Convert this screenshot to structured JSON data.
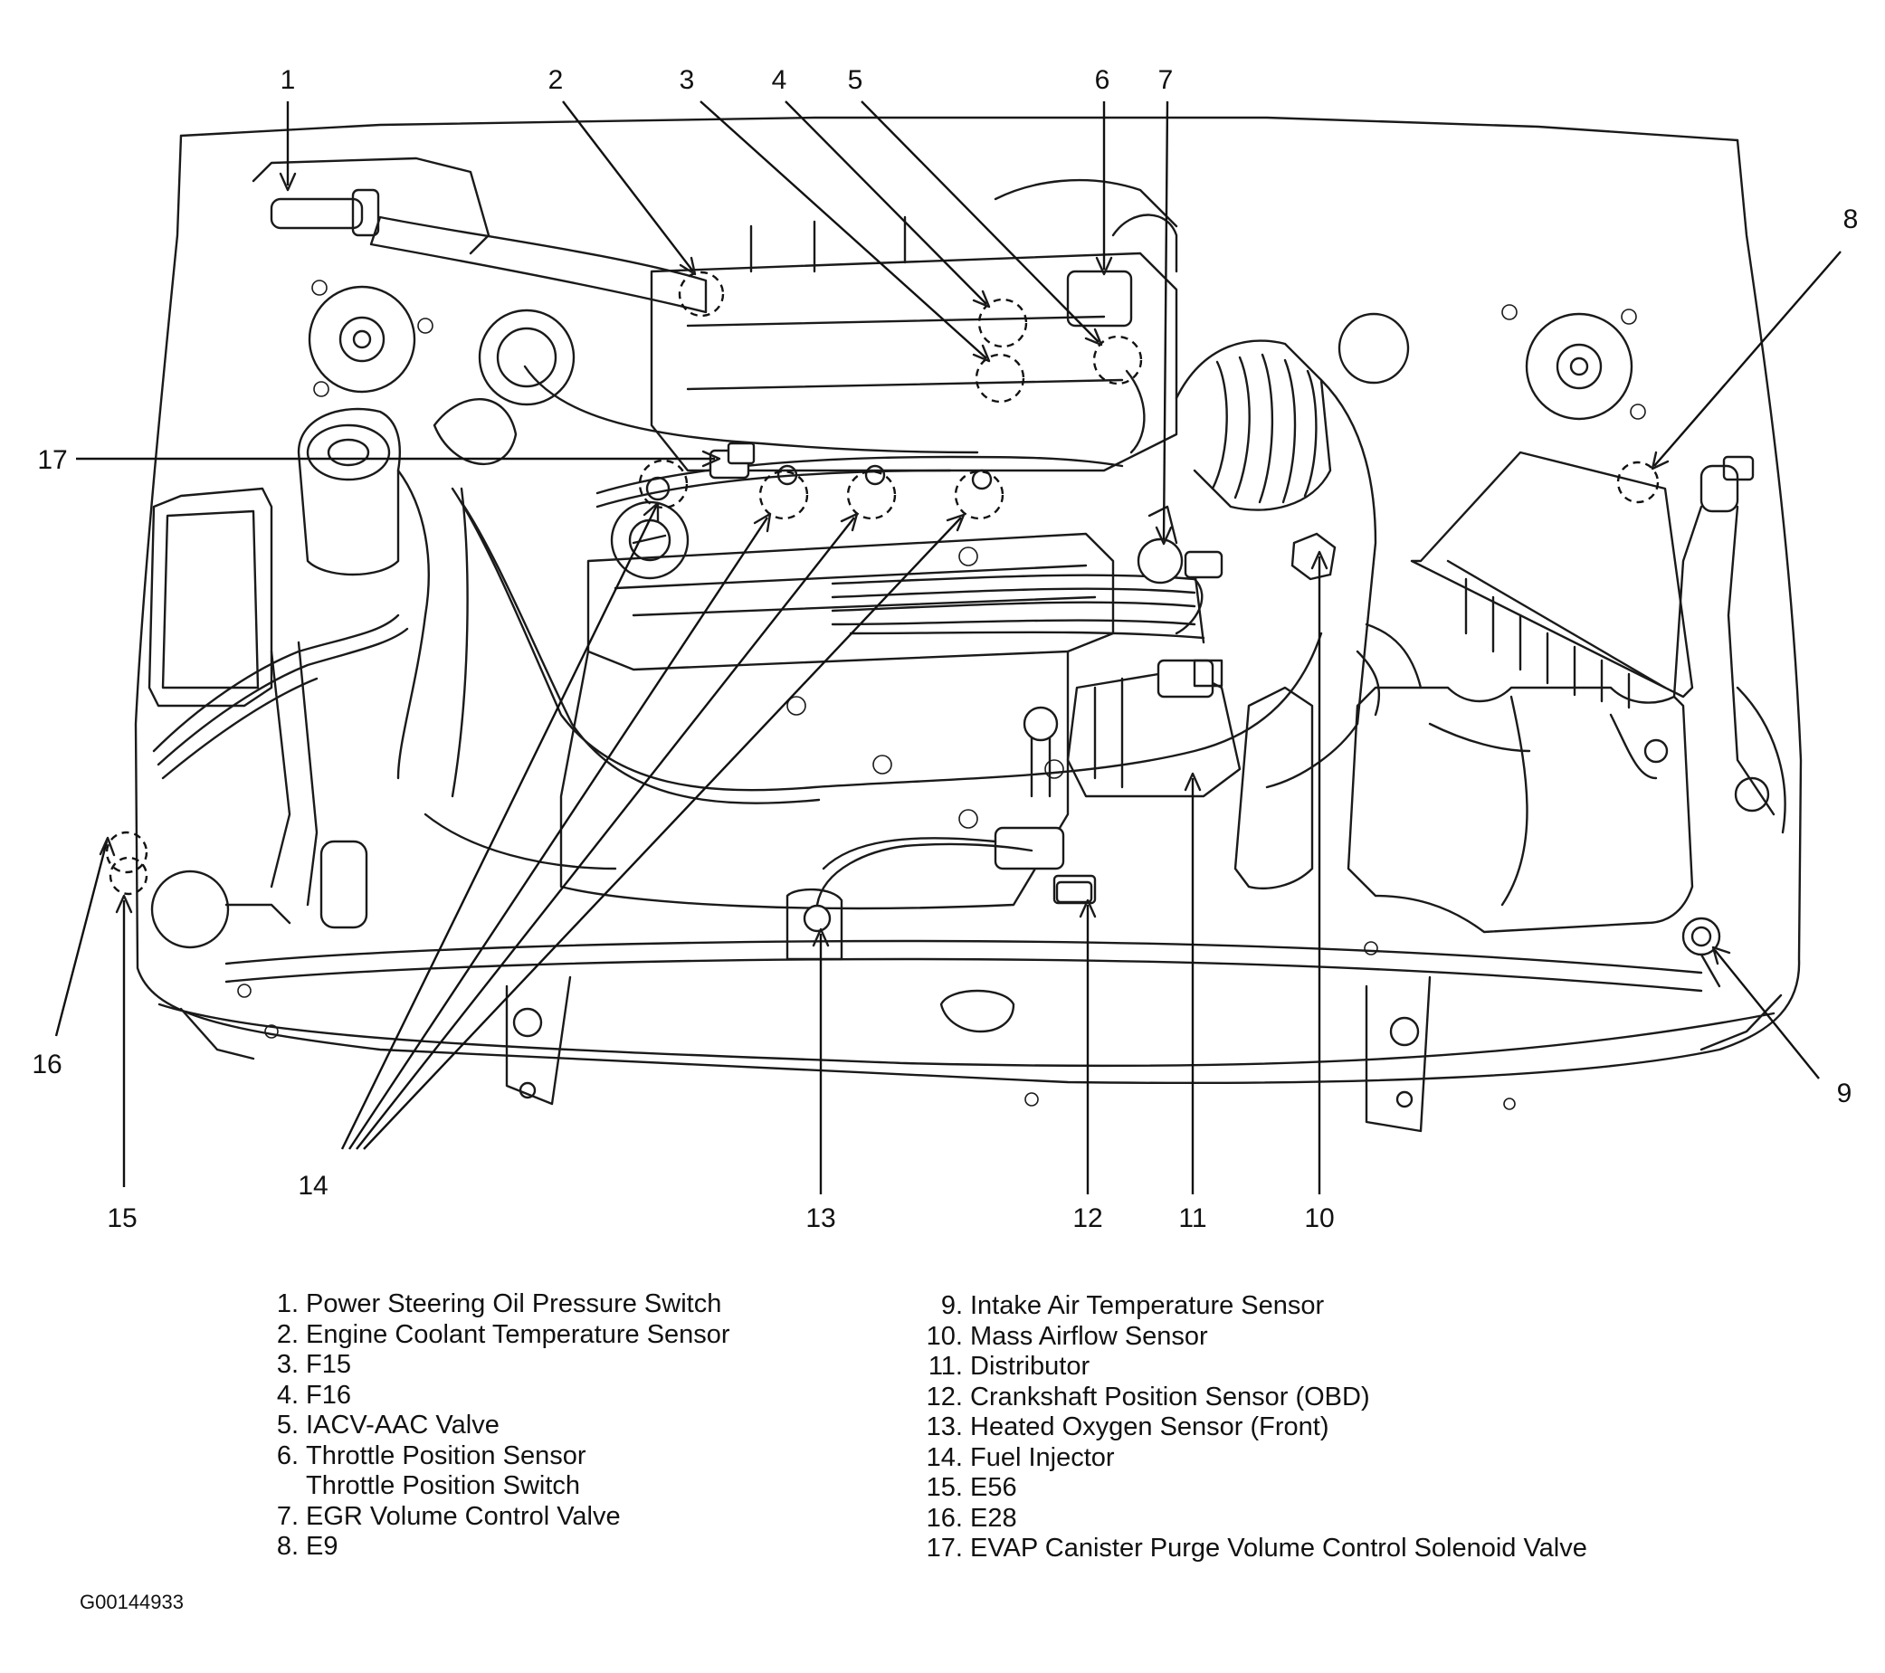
{
  "callouts": [
    "1",
    "2",
    "3",
    "4",
    "5",
    "6",
    "7",
    "8",
    "9",
    "10",
    "11",
    "12",
    "13",
    "14",
    "15",
    "16",
    "17"
  ],
  "legend": {
    "left": [
      {
        "num": "1.",
        "text": "Power Steering Oil Pressure Switch"
      },
      {
        "num": "2.",
        "text": "Engine Coolant Temperature Sensor"
      },
      {
        "num": "3.",
        "text": "F15"
      },
      {
        "num": "4.",
        "text": "F16"
      },
      {
        "num": "5.",
        "text": "IACV-AAC Valve"
      },
      {
        "num": "6.",
        "text": "Throttle Position Sensor",
        "continuation": "Throttle Position Switch"
      },
      {
        "num": "7.",
        "text": "EGR Volume Control Valve"
      },
      {
        "num": "8.",
        "text": "E9"
      }
    ],
    "right": [
      {
        "num": "9.",
        "text": "Intake Air Temperature Sensor"
      },
      {
        "num": "10.",
        "text": "Mass Airflow Sensor"
      },
      {
        "num": "11.",
        "text": "Distributor"
      },
      {
        "num": "12.",
        "text": "Crankshaft Position Sensor (OBD)"
      },
      {
        "num": "13.",
        "text": "Heated Oxygen Sensor (Front)"
      },
      {
        "num": "14.",
        "text": "Fuel Injector"
      },
      {
        "num": "15.",
        "text": "E56"
      },
      {
        "num": "16.",
        "text": "E28"
      },
      {
        "num": "17.",
        "text": "EVAP Canister Purge Volume Control Solenoid Valve"
      }
    ]
  },
  "figure_id": "G00144933"
}
